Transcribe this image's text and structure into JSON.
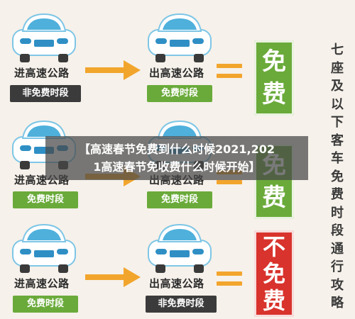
{
  "rows": [
    {
      "entry_label": "进高速公路",
      "entry_badge": "非免费时段",
      "exit_label": "出高速公路",
      "exit_badge": "免费时段",
      "result_chars": [
        "免",
        "费"
      ],
      "result_color": "#6aaa3a"
    },
    {
      "entry_label": "进高速公路",
      "entry_badge": "免费时段",
      "exit_label": "出高速公路",
      "exit_badge": "免费时段",
      "result_chars": [
        "免",
        "费"
      ],
      "result_color": "#6aaa3a"
    },
    {
      "entry_label": "进高速公路",
      "entry_badge": "免费时段",
      "exit_label": "出高速公路",
      "exit_badge": "非免费时段",
      "result_chars": [
        "不",
        "免",
        "费"
      ],
      "result_color": "#d8332c"
    }
  ],
  "side_title_chars": [
    "七",
    "座",
    "及",
    "以",
    "下",
    "客",
    "车",
    "免",
    "费",
    "时",
    "段",
    "通",
    "行",
    "攻",
    "略"
  ],
  "overlay": {
    "line1": "【高速春节免费到什么时候2021,202",
    "line2": "1高速春节免收费什么时候开始】"
  },
  "colors": {
    "background": "#f6f1ea",
    "arrow": "#f2a52c",
    "green": "#6aaa3a",
    "red": "#d8332c",
    "dark_badge": "#3b3b3b"
  },
  "icons": [
    "car-front-icon",
    "arrow-right-icon",
    "equals-icon"
  ]
}
